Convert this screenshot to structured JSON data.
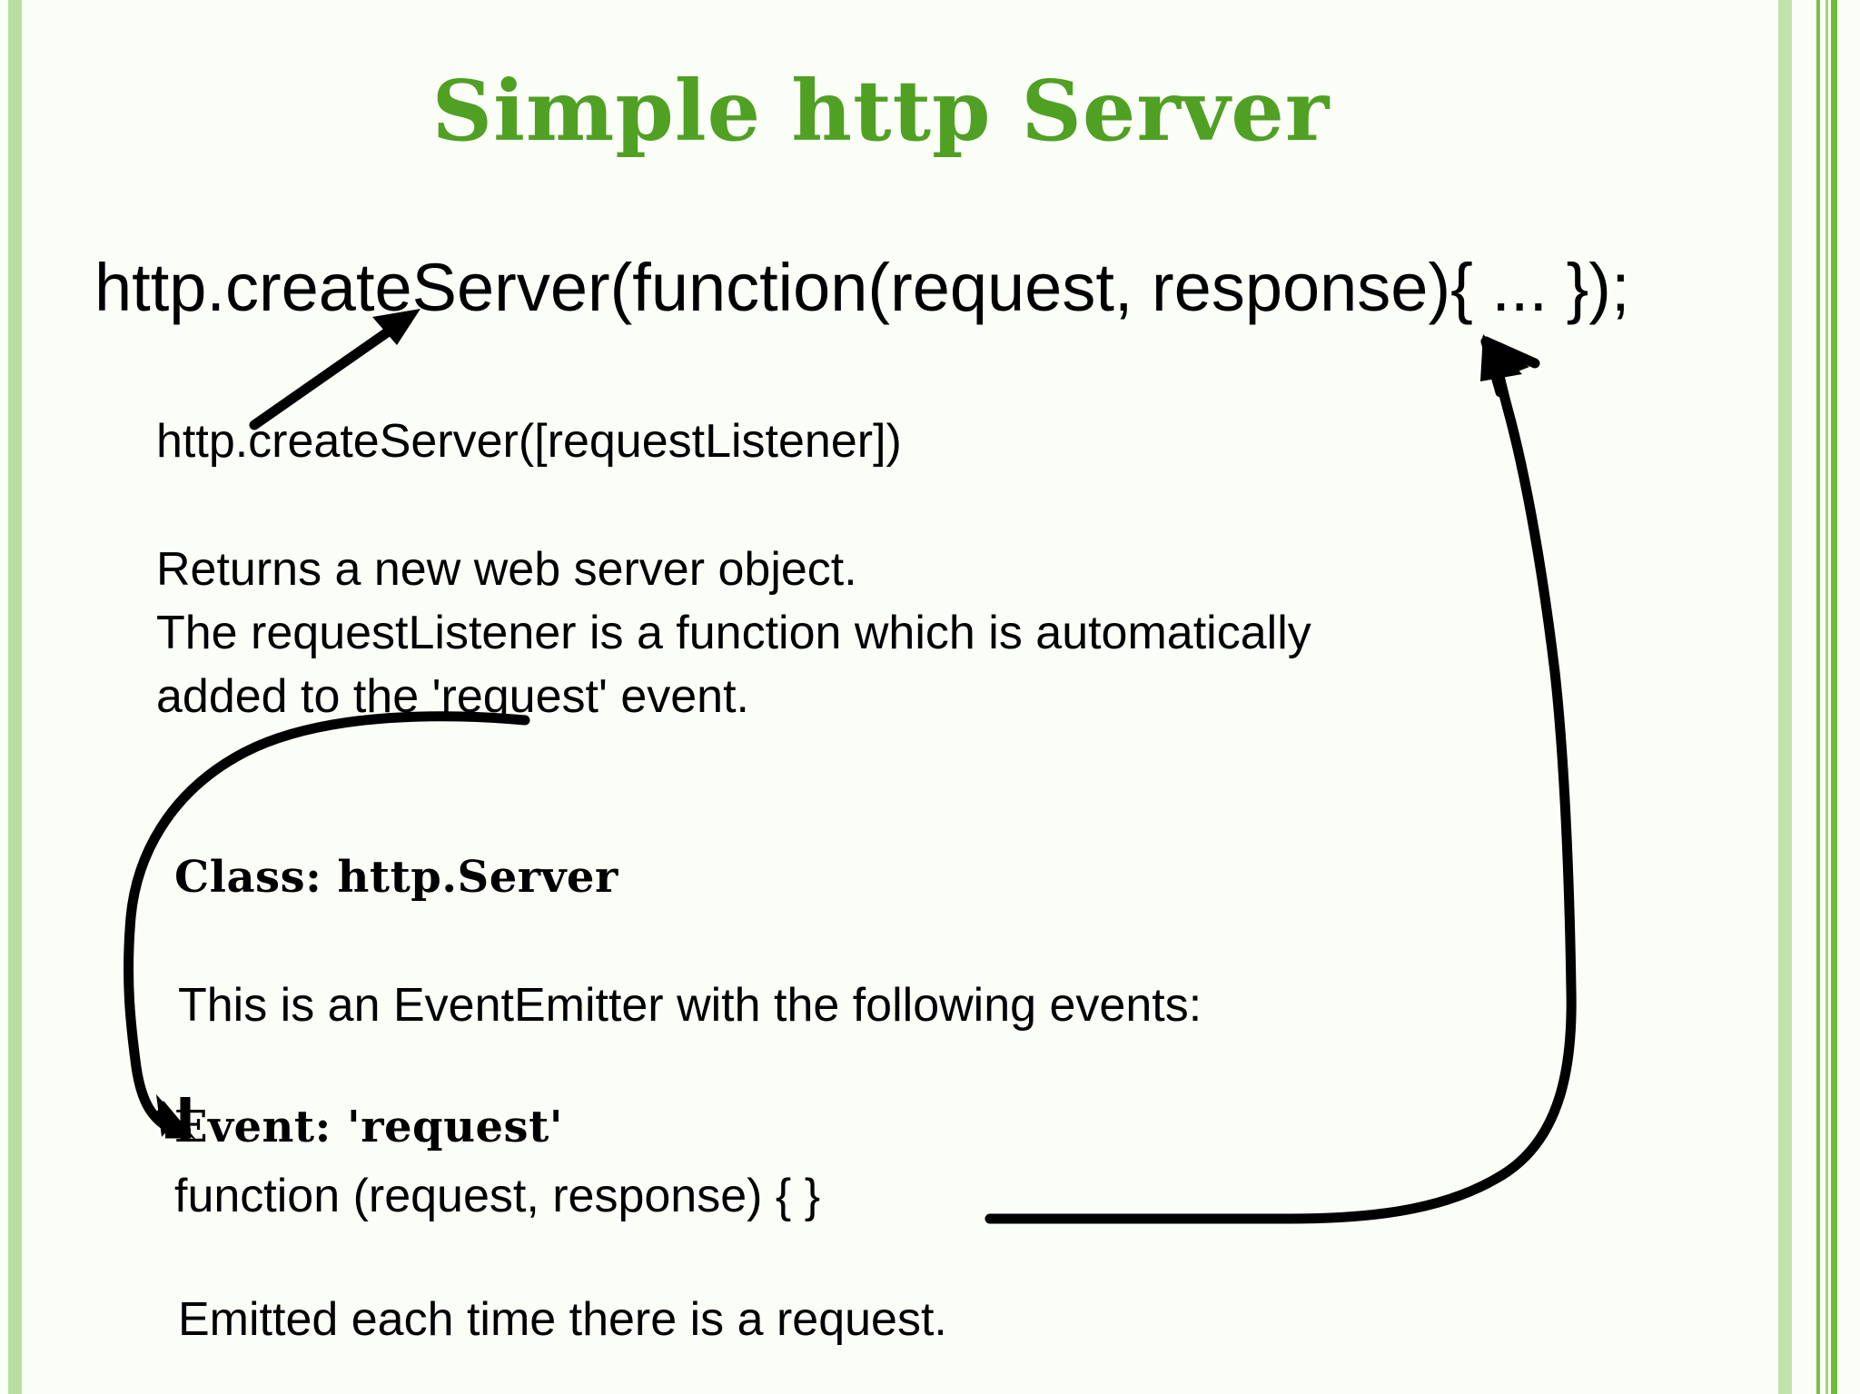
{
  "slide": {
    "title": "Simple http Server",
    "accent_color": "#50A024",
    "background_color": "#fbfdf7",
    "text_color": "#000000",
    "edge_band_colors": [
      "#b8dfa0",
      "#bfe2aa",
      "#76c044",
      "#9ed47c",
      "#6fbc3c"
    ]
  },
  "body": {
    "code_main": "http.createServer(function(request, response){ ... });",
    "signature": "http.createServer([requestListener])",
    "description_line_1": "Returns a new web server object.",
    "description_line_2": "The requestListener is a function which is automatically",
    "description_line_3": "added to the 'request' event.",
    "class_heading": "Class: http.Server",
    "emitter_line": "This is an EventEmitter with the following events:",
    "event_heading": "Event: 'request'",
    "event_signature": "function (request, response) { }",
    "emitted_line": "Emitted each time there is a request."
  },
  "annotations": {
    "arrow_signature_to_code": "arrow pointing from signature line up to http.createServer in the main code line",
    "arrow_request_event_to_event_heading": "looping arrow from the underlined 'request' event text around the left margin down to Event: 'request'",
    "arrow_callback_to_code": "long curved arrow from function (request, response) { } up to the callback in the main code line",
    "underline_request_event": "underline beneath \"added to the 'request'\""
  }
}
